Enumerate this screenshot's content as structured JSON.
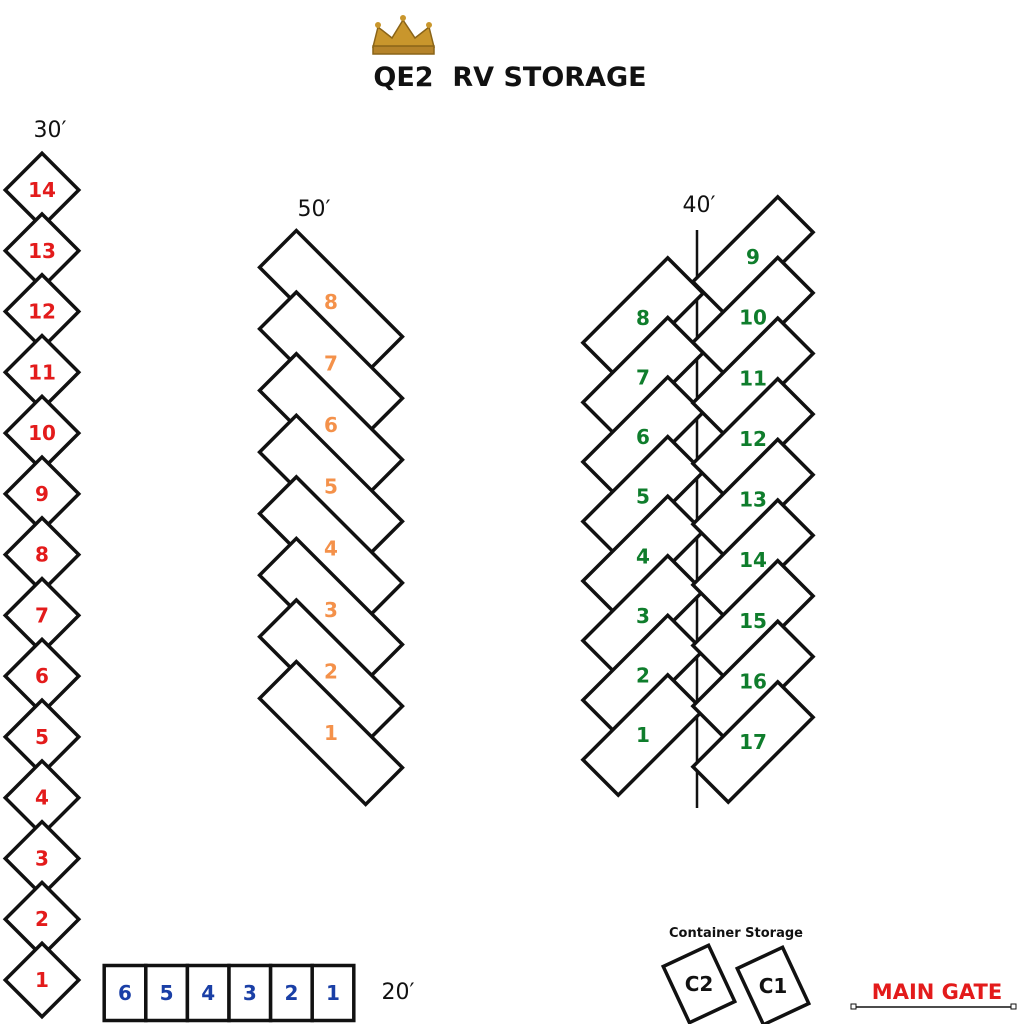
{
  "title": "QE2  RV STORAGE",
  "logo_icon": "crown-icon",
  "colors": {
    "section_30": "#e31b1b",
    "section_50": "#f4914a",
    "section_40": "#0f7d2c",
    "section_20": "#1a3fa6",
    "gate": "#e31b1b",
    "crown": "#c9962c"
  },
  "sections": {
    "s30": {
      "label": "30′",
      "spots": [
        "14",
        "13",
        "12",
        "11",
        "10",
        "9",
        "8",
        "7",
        "6",
        "5",
        "4",
        "3",
        "2",
        "1"
      ]
    },
    "s50": {
      "label": "50′",
      "spots": [
        "8",
        "7",
        "6",
        "5",
        "4",
        "3",
        "2",
        "1"
      ]
    },
    "s40": {
      "label": "40′",
      "left_spots": [
        "8",
        "7",
        "6",
        "5",
        "4",
        "3",
        "2",
        "1"
      ],
      "right_spots": [
        "9",
        "10",
        "11",
        "12",
        "13",
        "14",
        "15",
        "16",
        "17"
      ]
    },
    "s20": {
      "label": "20′",
      "spots": [
        "6",
        "5",
        "4",
        "3",
        "2",
        "1"
      ]
    }
  },
  "containers": {
    "label": "Container Storage",
    "spots": [
      "C2",
      "C1"
    ]
  },
  "gate": {
    "label": "MAIN GATE"
  }
}
